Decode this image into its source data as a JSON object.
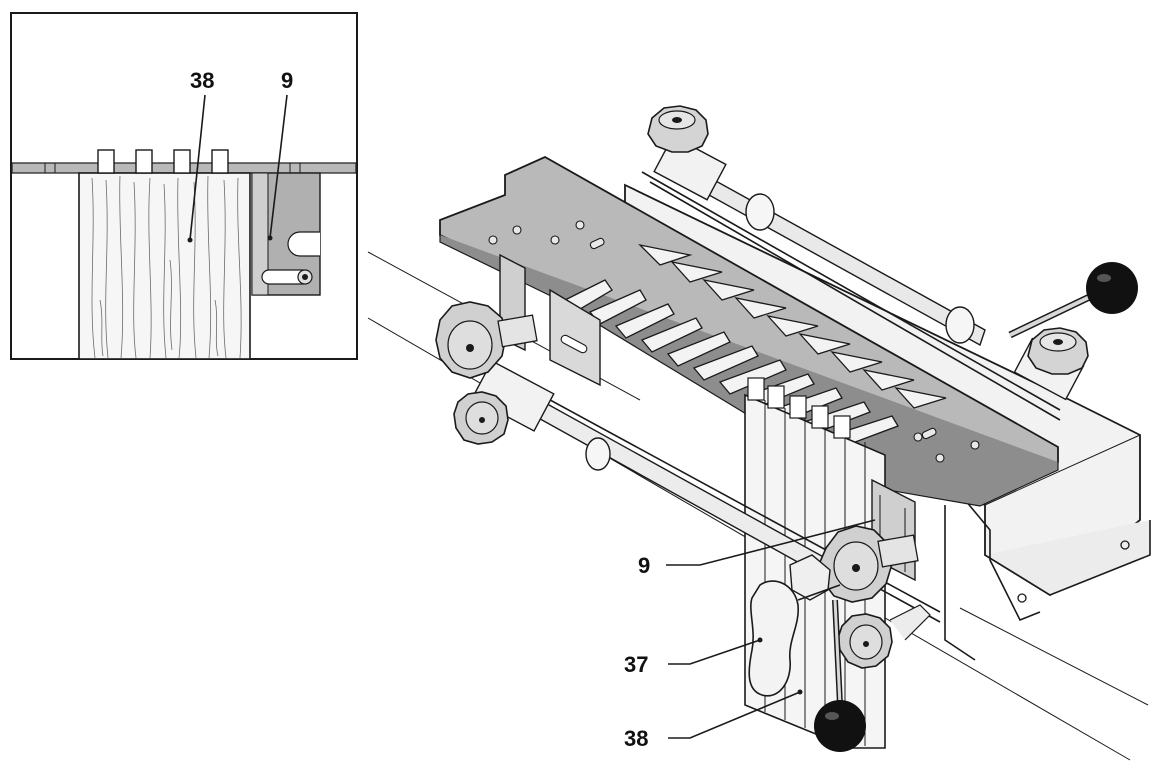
{
  "inset": {
    "labels": {
      "workpiece": "38",
      "stop": "9"
    }
  },
  "main": {
    "labels": {
      "stop": "9",
      "clamp_lever": "37",
      "workpiece": "38"
    }
  },
  "colors": {
    "ink": "#1a1a1a",
    "template_gray": "#b9b9b9",
    "template_dark": "#8d8d8d",
    "body_light": "#f2f2f2",
    "wood": "#f4f4f4",
    "knob_black": "#111111"
  }
}
